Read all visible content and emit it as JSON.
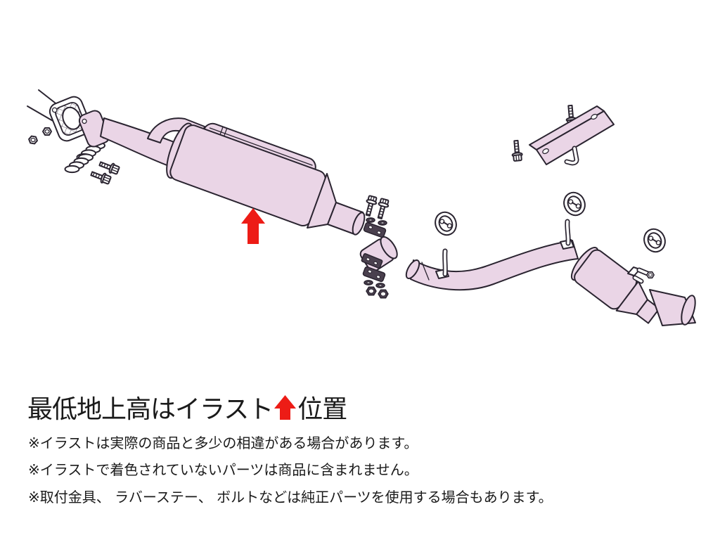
{
  "colors": {
    "part_fill": "#ead5e6",
    "hardware_fill": "#4a404e",
    "outline": "#2a2430",
    "arrow_red": "#ed1c16",
    "text": "#1a1a1a"
  },
  "diagram": {
    "type": "exhaust-system-exploded-illustration",
    "clearance_arrow_icon": "red-up-arrow"
  },
  "caption": {
    "heading_before": "最低地上高はイラスト",
    "heading_after": "位置",
    "heading_arrow_icon": "red-up-arrow",
    "notes": [
      "※イラストは実際の商品と多少の相違がある場合があります。",
      "※イラストで着色されていないパーツは商品に含まれません。",
      "※取付金具、 ラバーステー、 ボルトなどは純正パーツを使用する場合もあります。"
    ]
  }
}
